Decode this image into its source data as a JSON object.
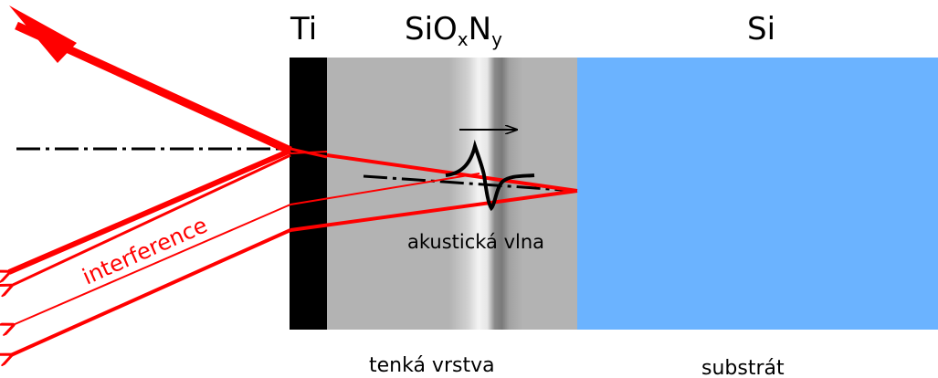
{
  "labels": {
    "ti": "Ti",
    "sion_main": "SiO",
    "sion_sub_x": "x",
    "sion_n": "N",
    "sion_sub_y": "y",
    "si": "Si",
    "interference": "interference",
    "acoustic_wave": "akustická vlna",
    "thin_layer": "tenká vrstva",
    "substrate": "substrát"
  },
  "colors": {
    "beam": "#ff0000",
    "ti_layer": "#000000",
    "film_layer": "#b3b3b3",
    "substrate": "#6bb3ff",
    "axis_line": "#000000"
  },
  "icons": {
    "incident_arrow": "arrow-head-icon",
    "propagation_arrow": "right-arrow-icon"
  }
}
